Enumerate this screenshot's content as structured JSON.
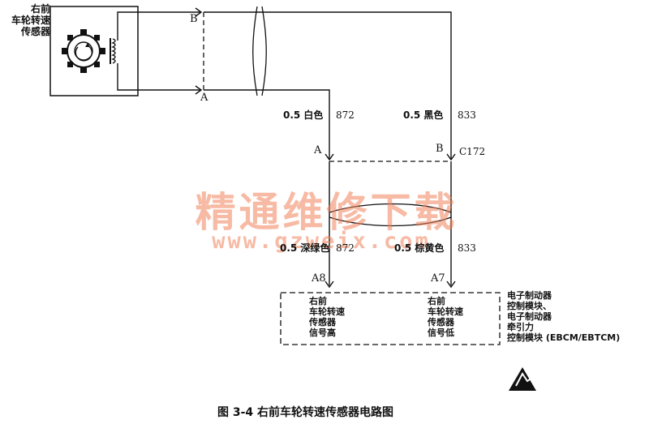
{
  "sensor": {
    "label_lines": [
      "右前",
      "车轮转速",
      "传感器"
    ],
    "pin_top": "B",
    "pin_bottom": "A"
  },
  "wires": {
    "left_spec": "0.5 白色",
    "left_circuit": "872",
    "right_spec": "0.5 黑色",
    "right_circuit": "833",
    "connector_pin_left": "A",
    "connector_pin_right": "B",
    "connector_id": "C172",
    "lower_left_spec": "0.5 深绿色",
    "lower_left_circuit": "872",
    "lower_right_spec": "0.5 棕黄色",
    "lower_right_circuit": "833",
    "terminal_left": "A8",
    "terminal_right": "A7"
  },
  "module": {
    "left_signal_lines": [
      "右前",
      "车轮转速",
      "传感器",
      "信号高"
    ],
    "right_signal_lines": [
      "右前",
      "车轮转速",
      "传感器",
      "信号低"
    ],
    "name_lines": [
      "电子制动器",
      "控制模块、",
      "电子制动器",
      "牵引力",
      "控制模块 (EBCM/EBTCM)"
    ]
  },
  "watermark": {
    "text": "精通维修下载",
    "url": "www.gzweix.com"
  },
  "caption": "图 3-4    右前车轮转速传感器电路图",
  "colors": {
    "line": "#111111",
    "watermark": "#f0825a"
  }
}
